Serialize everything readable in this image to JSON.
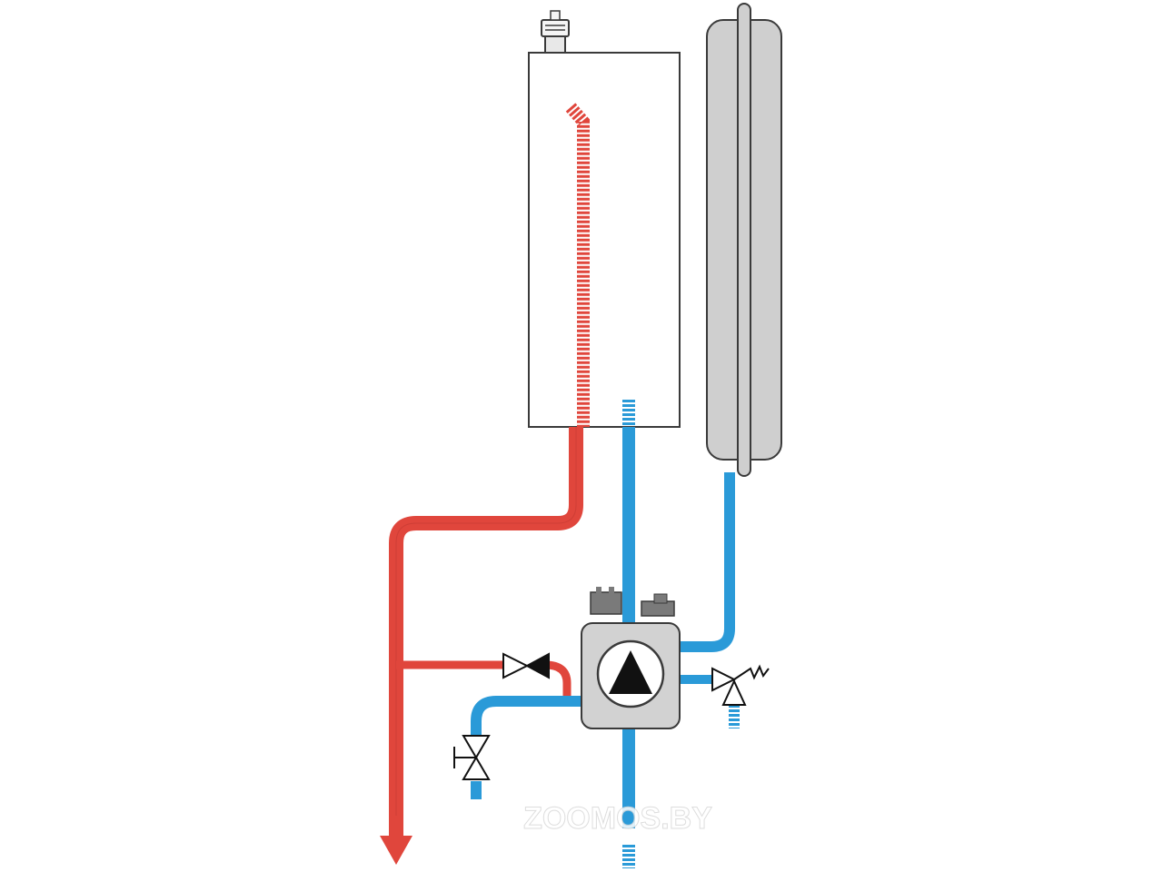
{
  "diagram": {
    "watermark_text": "ZOOMOS.BY",
    "colors": {
      "hot_pipe": "#e0463c",
      "cold_pipe": "#2a9ad8",
      "outline": "#3a3a3a",
      "tank_fill": "#cfcfcf",
      "pump_fill": "#d2d2d2",
      "boiler_fill": "#ffffff"
    },
    "components": [
      {
        "name": "boiler-body",
        "icon": "boiler-icon"
      },
      {
        "name": "air-vent",
        "icon": "air-vent-icon"
      },
      {
        "name": "heating-element",
        "icon": "heater-coil-icon"
      },
      {
        "name": "expansion-tank",
        "icon": "expansion-tank-icon"
      },
      {
        "name": "circulation-pump",
        "icon": "pump-icon"
      },
      {
        "name": "check-valve",
        "icon": "check-valve-icon"
      },
      {
        "name": "safety-valve",
        "icon": "safety-valve-icon"
      },
      {
        "name": "drain-valve",
        "icon": "drain-valve-icon"
      },
      {
        "name": "supply-outlet",
        "icon": "arrow-down-icon"
      }
    ]
  }
}
